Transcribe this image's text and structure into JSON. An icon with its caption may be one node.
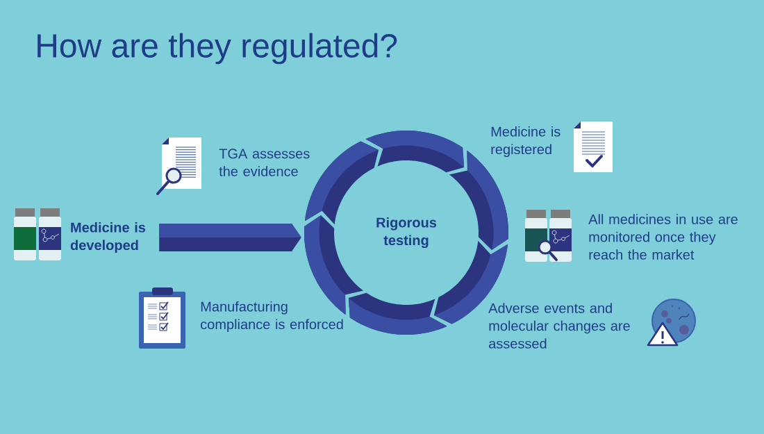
{
  "diagram": {
    "title": "How are they regulated?",
    "nodes": [
      {
        "text": [
          "Medicine is developed"
        ]
      },
      {
        "text": [
          "Rigorous testing"
        ]
      }
    ],
    "edges": [
      {
        "from": 0,
        "to": 1,
        "arrow": "to"
      }
    ],
    "labels": [
      "Medicine is registered",
      "TGA assesses the evidence",
      "All medicines in use are monitored once they reach the market",
      "Manufacturing compliance is enforced",
      "Adverse events and molecular changes are assessed"
    ]
  }
}
